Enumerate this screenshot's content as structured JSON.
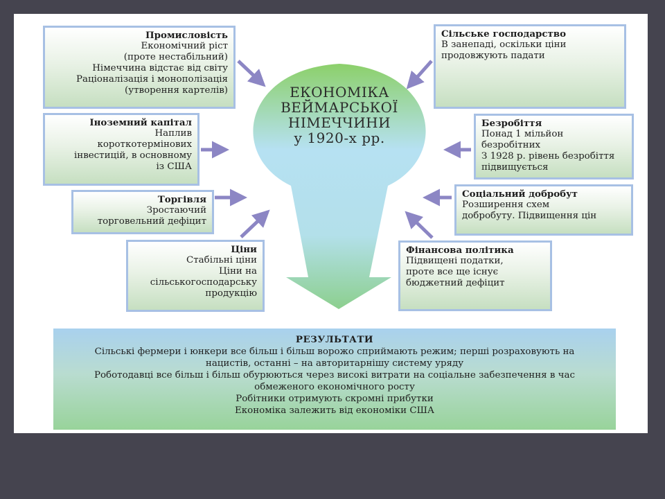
{
  "center": {
    "lines": [
      "ЕКОНОМІКА",
      "ВЕЙМАРСЬКОЇ",
      "НІМЕЧЧИНИ",
      "у 1920-х рр."
    ]
  },
  "boxes": {
    "industry": {
      "title": "Промисловість",
      "lines": [
        "Економічний ріст",
        "(проте нестабільний)",
        "Німеччина відстає від світу",
        "Раціоналізація і монополізація",
        "(утворення картелів)"
      ]
    },
    "foreign_capital": {
      "title": "Іноземний капітал",
      "lines": [
        "Наплив",
        "короткотермінових",
        "інвестицій, в основному",
        "із США"
      ]
    },
    "trade": {
      "title": "Торгівля",
      "lines": [
        "Зростаючий",
        "торговельний дефіцит"
      ]
    },
    "prices": {
      "title": "Ціни",
      "lines": [
        "Стабільні ціни",
        "Ціни на",
        "сільськогосподарську",
        "продукцію"
      ]
    },
    "agriculture": {
      "title": "Сільське господарство",
      "lines": [
        "В занепаді, оскільки ціни",
        "продовжують падати"
      ]
    },
    "unemployment": {
      "title": "Безробіття",
      "lines": [
        "Понад 1 мільйон",
        "безробітних",
        "З 1928 р. рівень безробіття",
        "підвищується"
      ]
    },
    "welfare": {
      "title": "Соціальний добробут",
      "lines": [
        "Розширення схем",
        "добробуту. Підвищення цін"
      ]
    },
    "finance": {
      "title": "Фінансова політика",
      "lines": [
        "Підвищені податки,",
        "проте все ще існує",
        "бюджетний дефіцит"
      ]
    }
  },
  "results": {
    "title": "РЕЗУЛЬТАТИ",
    "lines": [
      "Сільські фермери і юнкери все більш і більш ворожо сприймають режим; перші розраховують на",
      "нацистів, останні – на авторитарнішу систему уряду",
      "Роботодавці все більш і більш обурюються через високі витрати на соціальне забезпечення в час",
      "обмеженого економічного росту",
      "Робітники отримують скромні прибутки",
      "Економіка залежить від економіки США"
    ]
  },
  "colors": {
    "box_border": "#a7c0e4",
    "arrow": "#8c86c4",
    "center_top": "#8cd06a",
    "center_mid": "#b6e1f2",
    "center_bottom": "#8ccf8e",
    "background": "#45444f"
  }
}
